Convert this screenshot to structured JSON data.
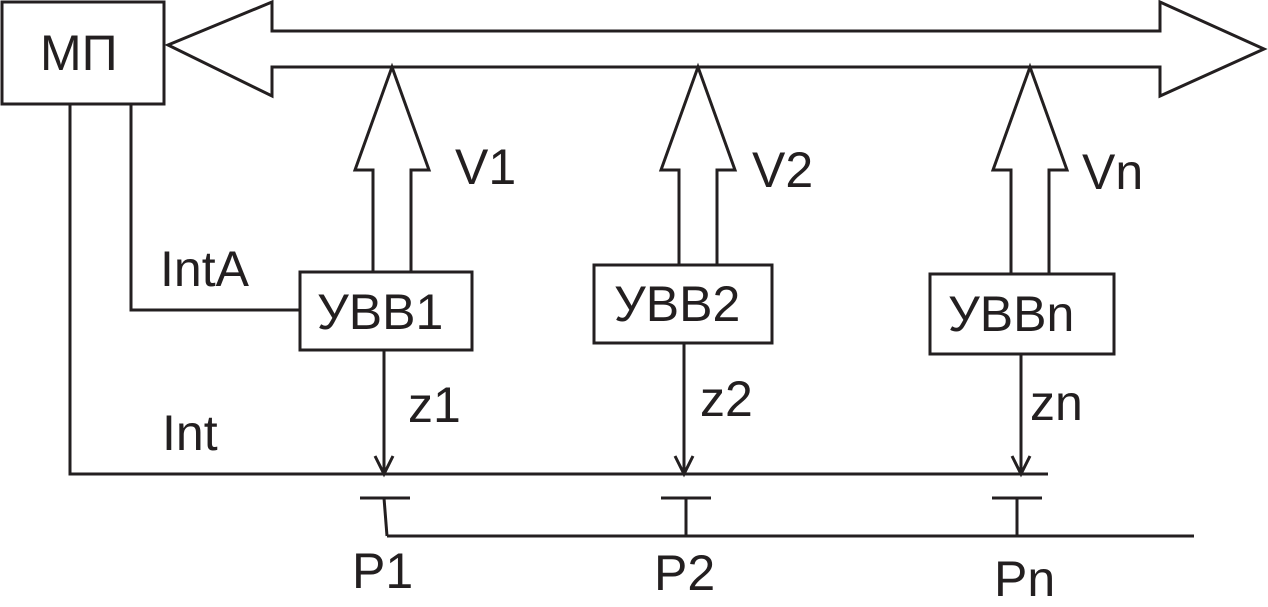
{
  "processor": "МП",
  "bus_labels": [
    "V1",
    "V2",
    "Vn"
  ],
  "devices": [
    "УВВ1",
    "УВВ2",
    "УВВn"
  ],
  "strobe_labels": [
    "z1",
    "z2",
    "zn"
  ],
  "signal_labels": {
    "int_a": "IntA",
    "int": "Int"
  },
  "port_labels": [
    "P1",
    "P2",
    "Pn"
  ],
  "colors": {
    "stroke": "#231f20",
    "background": "#ffffff"
  }
}
